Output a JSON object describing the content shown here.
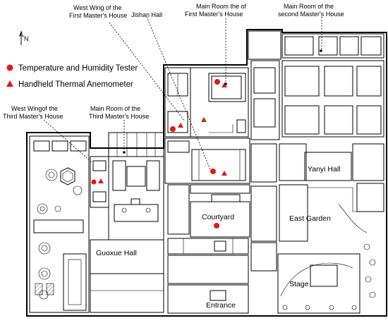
{
  "legend": {
    "temperature_humidity_tester": "Temperature and Humidity Tester",
    "handheld_thermal_anemometer": "Handheld Thermal Anemometer",
    "marker_color": "#e8141c"
  },
  "compass_label": "N",
  "labels": {
    "west_wing_first": [
      "West Wing of the",
      "First Master's House"
    ],
    "jishan_hall": "Jishan Hall",
    "main_room_first": [
      "Main Room the of",
      "First Master's House"
    ],
    "main_room_second": [
      "Main Room of the",
      "second Master's House"
    ],
    "west_wing_third": [
      "West Wingof the",
      "Third Master's House"
    ],
    "main_room_third": [
      "Main Room of the",
      "Third Master's House"
    ],
    "yanyi_hall": "Yanyi Hall",
    "courtyard": "Courtyard",
    "east_garden": "East Garden",
    "guoxue_hall": "Guoxue Hall",
    "stage": "Stage",
    "entrance": "Entrance"
  }
}
